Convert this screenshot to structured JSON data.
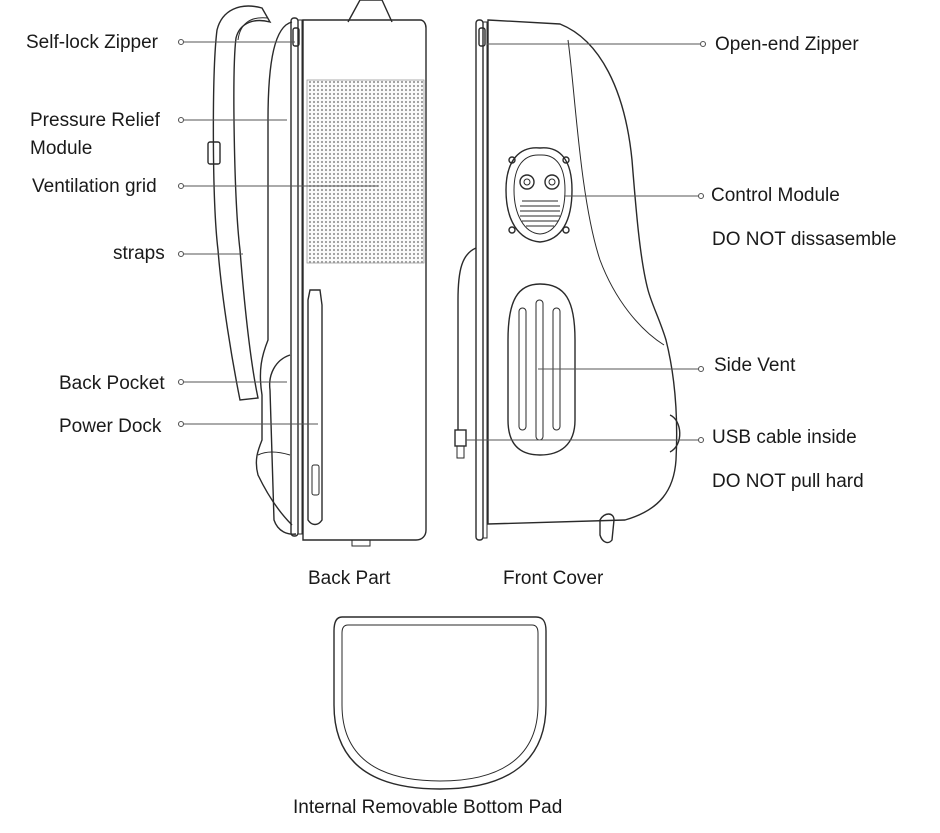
{
  "labels_left": {
    "self_lock_zipper": "Self-lock Zipper",
    "pressure_relief_line1": "Pressure Relief",
    "pressure_relief_line2": "Module",
    "ventilation_grid": "Ventilation grid",
    "straps": "straps",
    "back_pocket": "Back Pocket",
    "power_dock": "Power Dock"
  },
  "labels_right": {
    "open_end_zipper": "Open-end Zipper",
    "control_module": "Control Module",
    "control_module_warning": "DO NOT dissasemble",
    "side_vent": "Side Vent",
    "usb_cable": "USB cable inside",
    "usb_cable_warning": "DO NOT pull hard"
  },
  "captions": {
    "back_part": "Back Part",
    "front_cover": "Front Cover",
    "bottom_pad": "Internal Removable Bottom Pad"
  },
  "colors": {
    "outline": "#2a2a2a",
    "leader": "#555555",
    "grid": "#bdbdbd"
  }
}
